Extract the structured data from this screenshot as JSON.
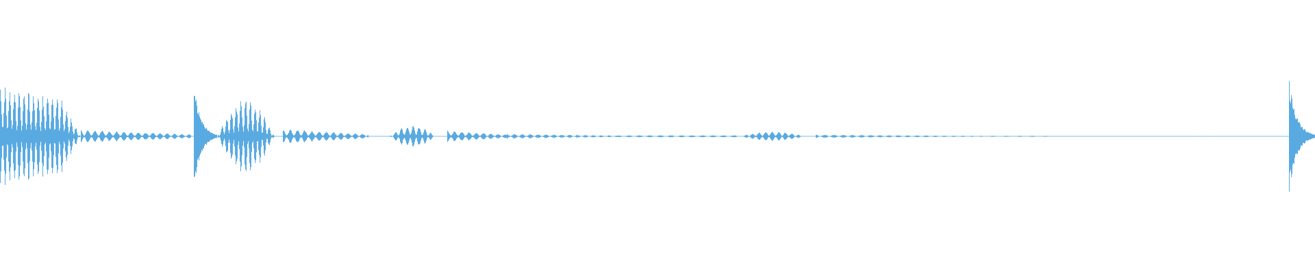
{
  "waveform": {
    "color": "#5aaae2",
    "background": "#ffffff",
    "duration": 1.0,
    "events": [
      {
        "start": 0.0,
        "end": 0.061,
        "amp": 0.62,
        "shape": "decay",
        "pulse": 0.0036
      },
      {
        "start": 0.061,
        "end": 0.145,
        "amp": 0.08,
        "shape": "fade",
        "pulse": 0.0055
      },
      {
        "start": 0.147,
        "end": 0.165,
        "amp": 0.72,
        "shape": "spike",
        "pulse": 0.002
      },
      {
        "start": 0.165,
        "end": 0.215,
        "amp": 0.48,
        "shape": "swell",
        "pulse": 0.0036
      },
      {
        "start": 0.215,
        "end": 0.28,
        "amp": 0.09,
        "shape": "fade",
        "pulse": 0.0055
      },
      {
        "start": 0.296,
        "end": 0.336,
        "amp": 0.14,
        "shape": "swell",
        "pulse": 0.0045
      },
      {
        "start": 0.34,
        "end": 0.385,
        "amp": 0.07,
        "shape": "fade",
        "pulse": 0.0055
      },
      {
        "start": 0.385,
        "end": 0.47,
        "amp": 0.03,
        "shape": "fade",
        "pulse": 0.006
      },
      {
        "start": 0.47,
        "end": 0.56,
        "amp": 0.012,
        "shape": "flat",
        "pulse": 0.008
      },
      {
        "start": 0.562,
        "end": 0.62,
        "amp": 0.06,
        "shape": "swell",
        "pulse": 0.005
      },
      {
        "start": 0.62,
        "end": 0.74,
        "amp": 0.02,
        "shape": "fade",
        "pulse": 0.007
      },
      {
        "start": 0.745,
        "end": 0.8,
        "amp": 0.006,
        "shape": "flat",
        "pulse": 0.01
      },
      {
        "start": 0.8,
        "end": 0.98,
        "amp": 0.004,
        "shape": "dash",
        "pulse": 0.012
      },
      {
        "start": 0.98,
        "end": 1.0,
        "amp": 0.74,
        "shape": "spike",
        "pulse": 0.002
      }
    ]
  }
}
